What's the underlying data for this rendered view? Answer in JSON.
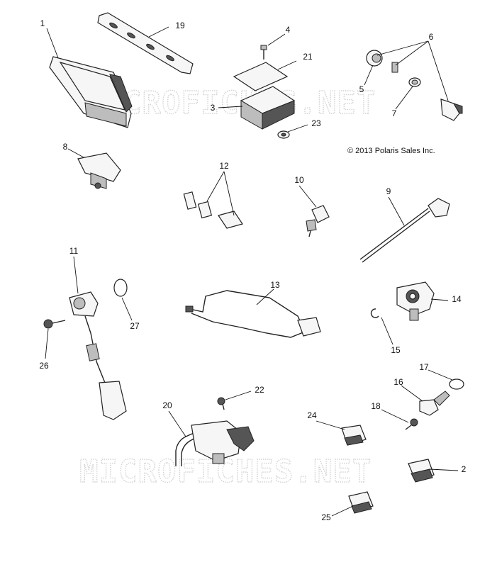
{
  "copyright": "© 2013 Polaris Sales Inc.",
  "watermark": "MICROFICHES.NET",
  "callouts": [
    "1",
    "2",
    "3",
    "4",
    "5",
    "6",
    "7",
    "8",
    "9",
    "10",
    "11",
    "12",
    "13",
    "14",
    "15",
    "16",
    "17",
    "18",
    "19",
    "20",
    "21",
    "22",
    "23",
    "24",
    "25",
    "26",
    "27"
  ]
}
